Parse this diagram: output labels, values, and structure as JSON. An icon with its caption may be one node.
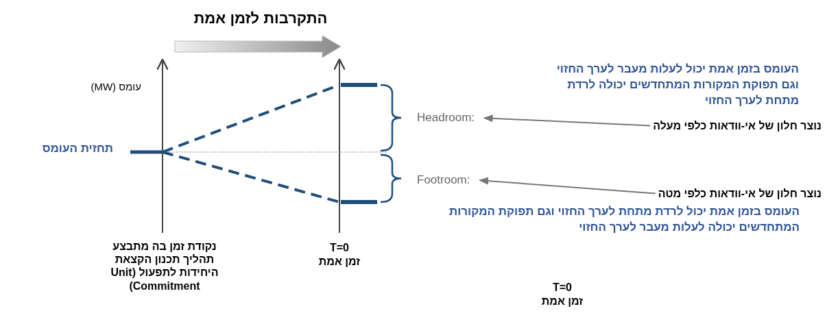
{
  "diagram": {
    "title": "התקרבות לזמן אמת",
    "nodes": [
      {
        "text": [
          "Headroom:"
        ]
      },
      {
        "text": [
          "Footroom:"
        ]
      },
      {
        "text": [
          "נוצר חלון של אי-וודאות כלפי מעלה"
        ]
      },
      {
        "text": [
          "נוצר חלון של אי-וודאות כלפי מטה"
        ]
      }
    ],
    "edges": [
      {
        "from": 2,
        "to": 0,
        "arrow": "to"
      },
      {
        "from": 3,
        "to": 1,
        "arrow": "to"
      }
    ],
    "labels": [
      "עומס (MW)",
      "העומס בזמן אמת יכול לעלות מעבר לערך החזוי וגם תפוקת המקורות המתחדשים יכולה לרדת מתחת לערך החזוי",
      "תחזית העומס",
      "העומס בזמן אמת יכול לרדת מתחת לערך החזוי וגם תפוקת המקורות המתחדשים יכולה לעלות מעבר לערך החזוי",
      "נקודת זמן בה מתבצע תהליך תכנון הקצאת היחידות לתפעול (Unit Commitment)",
      "T=0",
      "זמן אמת",
      "T=0",
      "זמן אמת"
    ]
  }
}
